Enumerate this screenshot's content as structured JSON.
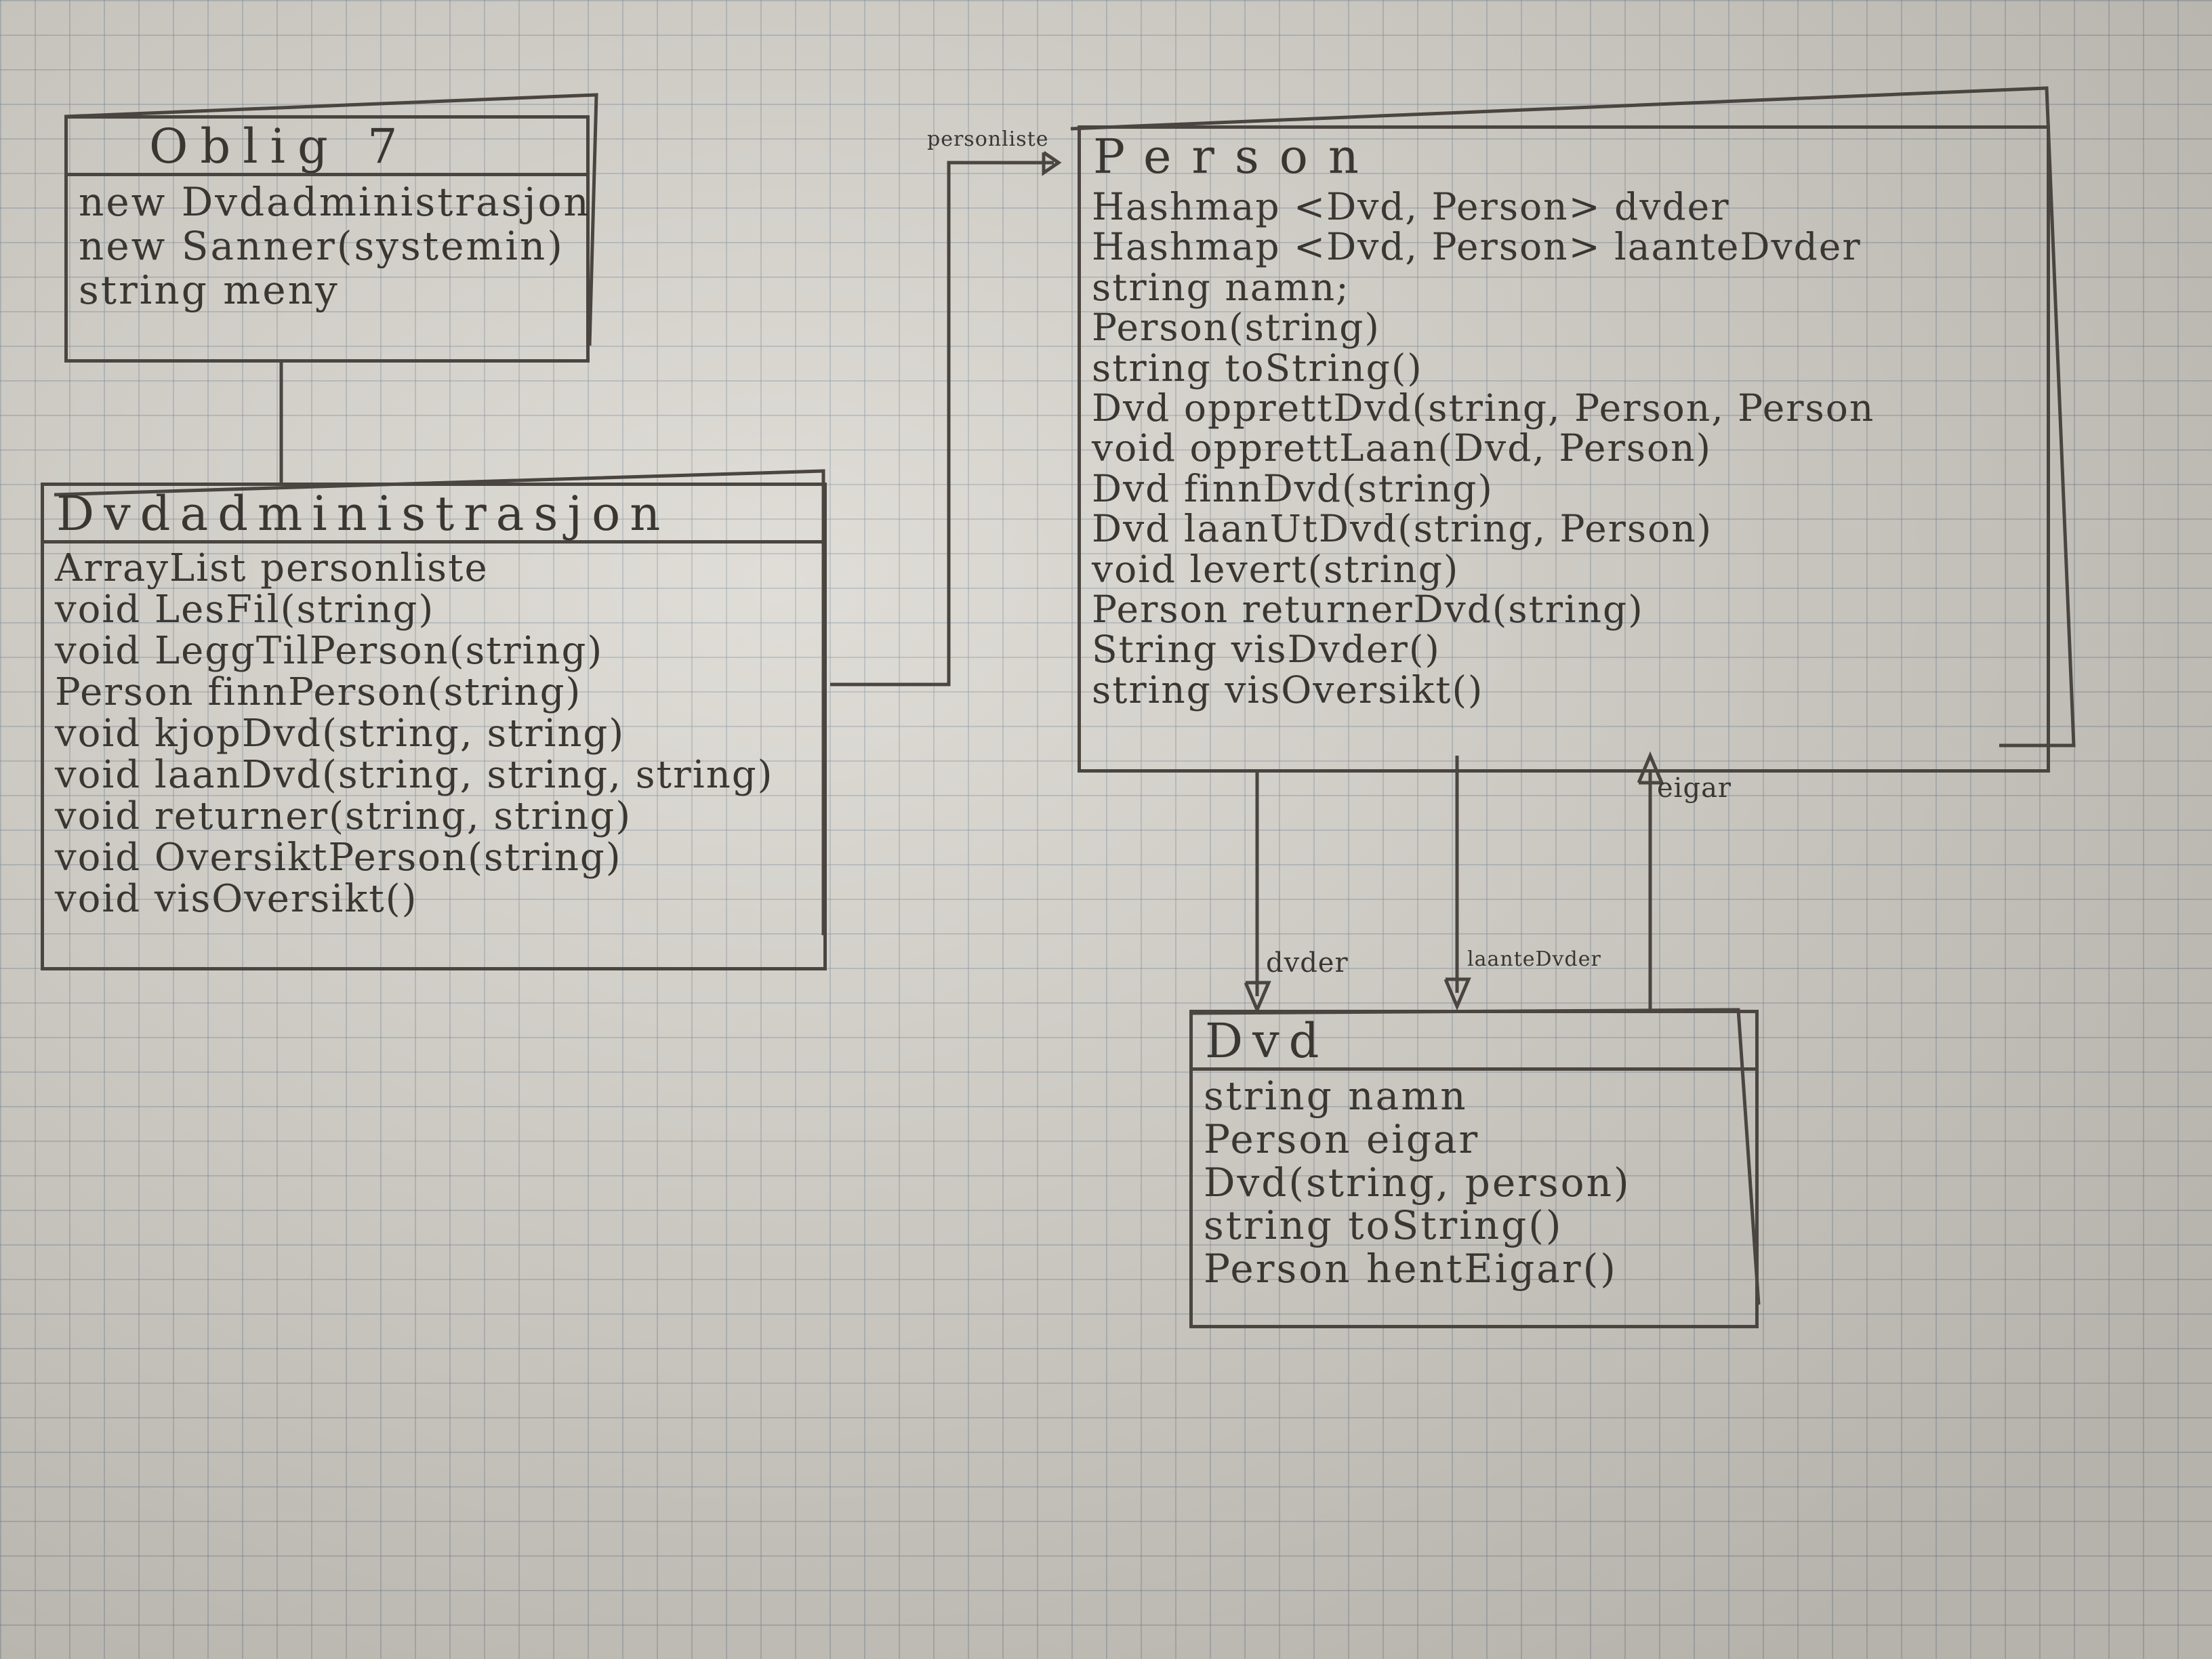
{
  "classes": {
    "oblig7": {
      "name": "Oblig 7",
      "members": [
        "new Dvdadministrasjon",
        "new Sanner(systemin)",
        "string meny"
      ]
    },
    "dvdadministrasjon": {
      "name": "Dvdadministrasjon",
      "members": [
        "ArrayList personliste",
        "void LesFil(string)",
        "void LeggTilPerson(string)",
        "Person finnPerson(string)",
        "void kjopDvd(string, string)",
        "void laanDvd(string, string, string)",
        "void returner(string, string)",
        "void OversiktPerson(string)",
        "void visOversikt()"
      ]
    },
    "person": {
      "name": "Person",
      "members": [
        "Hashmap <Dvd, Person> dvder",
        "Hashmap <Dvd, Person> laanteDvder",
        "string namn;",
        "Person(string)",
        "string toString()",
        "Dvd opprettDvd(string, Person, Person",
        "void opprettLaan(Dvd, Person)",
        "Dvd finnDvd(string)",
        "Dvd laanUtDvd(string, Person)",
        "void levert(string)",
        "Person returnerDvd(string)",
        "String visDvder()",
        "string visOversikt()"
      ]
    },
    "dvd": {
      "name": "Dvd",
      "members": [
        "string namn",
        "Person eigar",
        "Dvd(string, person)",
        "string toString()",
        "Person hentEigar()"
      ]
    }
  },
  "associations": {
    "personliste": "personliste",
    "dvder": "dvder",
    "laanteDvder": "laanteDvder",
    "eigar": "eigar"
  }
}
